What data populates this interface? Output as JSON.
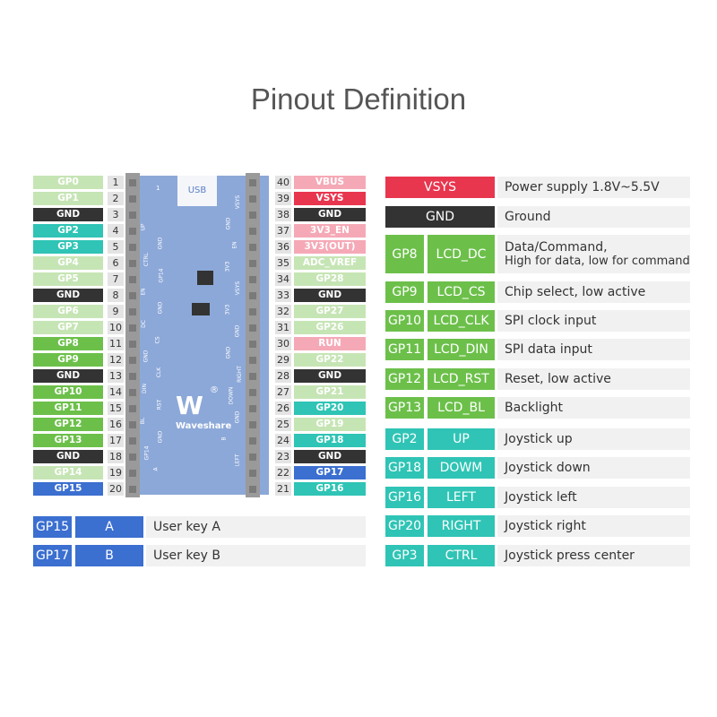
{
  "title": "Pinout Definition",
  "colors": {
    "power_red": "#e8364f",
    "gnd_dark": "#333333",
    "lcd_green": "#6cc04a",
    "unused_green": "#c6e5b5",
    "joystick_teal": "#2fc4b5",
    "key_blue": "#3b6fd0",
    "power_pink": "#f5a9b6"
  },
  "left_pins": [
    {
      "label": "GP0",
      "num": "1",
      "type": "unused"
    },
    {
      "label": "GP1",
      "num": "2",
      "type": "unused"
    },
    {
      "label": "GND",
      "num": "3",
      "type": "gnd"
    },
    {
      "label": "GP2",
      "num": "4",
      "type": "joy"
    },
    {
      "label": "GP3",
      "num": "5",
      "type": "joy"
    },
    {
      "label": "GP4",
      "num": "6",
      "type": "unused"
    },
    {
      "label": "GP5",
      "num": "7",
      "type": "unused"
    },
    {
      "label": "GND",
      "num": "8",
      "type": "gnd"
    },
    {
      "label": "GP6",
      "num": "9",
      "type": "unused"
    },
    {
      "label": "GP7",
      "num": "10",
      "type": "unused"
    },
    {
      "label": "GP8",
      "num": "11",
      "type": "lcd"
    },
    {
      "label": "GP9",
      "num": "12",
      "type": "lcd"
    },
    {
      "label": "GND",
      "num": "13",
      "type": "gnd"
    },
    {
      "label": "GP10",
      "num": "14",
      "type": "lcd"
    },
    {
      "label": "GP11",
      "num": "15",
      "type": "lcd"
    },
    {
      "label": "GP12",
      "num": "16",
      "type": "lcd"
    },
    {
      "label": "GP13",
      "num": "17",
      "type": "lcd"
    },
    {
      "label": "GND",
      "num": "18",
      "type": "gnd"
    },
    {
      "label": "GP14",
      "num": "19",
      "type": "unused"
    },
    {
      "label": "GP15",
      "num": "20",
      "type": "key"
    }
  ],
  "right_pins": [
    {
      "label": "VBUS",
      "num": "40",
      "type": "pink"
    },
    {
      "label": "VSYS",
      "num": "39",
      "type": "red"
    },
    {
      "label": "GND",
      "num": "38",
      "type": "gnd"
    },
    {
      "label": "3V3_EN",
      "num": "37",
      "type": "pink"
    },
    {
      "label": "3V3(OUT)",
      "num": "36",
      "type": "pink"
    },
    {
      "label": "ADC_VREF",
      "num": "35",
      "type": "unused"
    },
    {
      "label": "GP28",
      "num": "34",
      "type": "unused"
    },
    {
      "label": "GND",
      "num": "33",
      "type": "gnd"
    },
    {
      "label": "GP27",
      "num": "32",
      "type": "unused"
    },
    {
      "label": "GP26",
      "num": "31",
      "type": "unused"
    },
    {
      "label": "RUN",
      "num": "30",
      "type": "pink"
    },
    {
      "label": "GP22",
      "num": "29",
      "type": "unused"
    },
    {
      "label": "GND",
      "num": "28",
      "type": "gnd"
    },
    {
      "label": "GP21",
      "num": "27",
      "type": "unused"
    },
    {
      "label": "GP20",
      "num": "26",
      "type": "joy"
    },
    {
      "label": "GP19",
      "num": "25",
      "type": "unused"
    },
    {
      "label": "GP18",
      "num": "24",
      "type": "joy"
    },
    {
      "label": "GND",
      "num": "23",
      "type": "gnd"
    },
    {
      "label": "GP17",
      "num": "22",
      "type": "key"
    },
    {
      "label": "GP16",
      "num": "21",
      "type": "joy"
    }
  ],
  "board": {
    "usb_label": "USB",
    "pin1_mark": "1",
    "brand": "Waveshare",
    "registered": "®",
    "left_silk": [
      "UP",
      "GND",
      "CTRL",
      "GP14",
      "EN",
      "GND",
      "DC",
      "CS",
      "GND",
      "CLK",
      "DIN",
      "RST",
      "BL",
      "GND",
      "GP14",
      "A"
    ],
    "right_silk": [
      "VSYS",
      "GND",
      "EN",
      "3V3",
      "VSYS",
      "3V3",
      "GND",
      "GND",
      "RIGHT",
      "DOWN",
      "GND",
      "B",
      "LEFT"
    ]
  },
  "keys": [
    {
      "gp": "GP15",
      "name": "A",
      "desc": "User key A"
    },
    {
      "gp": "GP17",
      "name": "B",
      "desc": "User key B"
    }
  ],
  "definitions": [
    {
      "label": "VSYS",
      "type": "red",
      "desc": "Power supply 1.8V~5.5V"
    },
    {
      "label": "GND",
      "type": "gnd",
      "desc": "Ground"
    },
    {
      "gp": "GP8",
      "name": "LCD_DC",
      "type": "lcd",
      "desc": "Data/Command,",
      "desc2": "High for data, low for command"
    },
    {
      "gp": "GP9",
      "name": "LCD_CS",
      "type": "lcd",
      "desc": "Chip select, low active"
    },
    {
      "gp": "GP10",
      "name": "LCD_CLK",
      "type": "lcd",
      "desc": "SPI clock input"
    },
    {
      "gp": "GP11",
      "name": "LCD_DIN",
      "type": "lcd",
      "desc": "SPI data input"
    },
    {
      "gp": "GP12",
      "name": "LCD_RST",
      "type": "lcd",
      "desc": "Reset, low active"
    },
    {
      "gp": "GP13",
      "name": "LCD_BL",
      "type": "lcd",
      "desc": "Backlight"
    },
    {
      "gp": "GP2",
      "name": "UP",
      "type": "joy",
      "desc": "Joystick up"
    },
    {
      "gp": "GP18",
      "name": "DOWM",
      "type": "joy",
      "desc": "Joystick down"
    },
    {
      "gp": "GP16",
      "name": "LEFT",
      "type": "joy",
      "desc": "Joystick left"
    },
    {
      "gp": "GP20",
      "name": "RIGHT",
      "type": "joy",
      "desc": "Joystick right"
    },
    {
      "gp": "GP3",
      "name": "CTRL",
      "type": "joy",
      "desc": "Joystick press center"
    }
  ]
}
